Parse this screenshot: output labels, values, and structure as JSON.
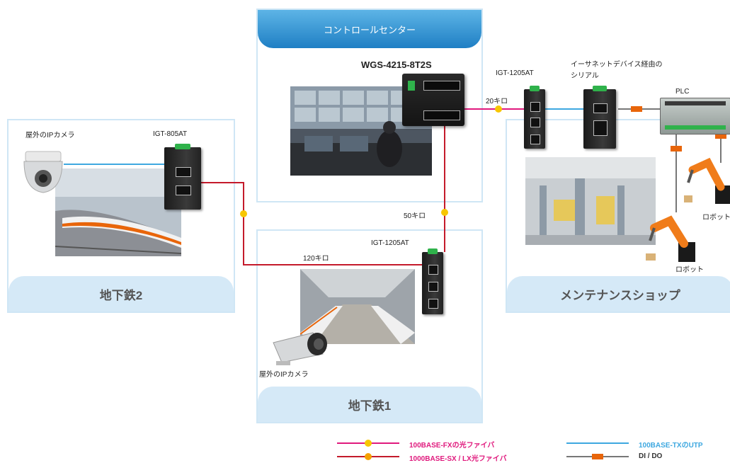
{
  "control_center": {
    "title": "コントロールセンター",
    "switch_label": "WGS-4215-8T2S"
  },
  "zones": {
    "subway2": "地下鉄2",
    "subway1": "地下鉄1",
    "maintenance": "メンテナンスショップ"
  },
  "labels": {
    "outdoor_camera_left": "屋外のIPカメラ",
    "outdoor_camera_bottom": "屋外のIPカメラ",
    "igt805": "IGT-805AT",
    "igt1205_top": "IGT-1205AT",
    "igt1205_bottom": "IGT-1205AT",
    "serial": "イーサネットデバイス経由の\nシリアル",
    "plc": "PLC",
    "robot1": "ロボット",
    "robot2": "ロボット",
    "dist_20": "20キロ",
    "dist_50": "50キロ",
    "dist_120": "120キロ"
  },
  "legend": {
    "fx": "100BASE-FXの光ファイバ",
    "sx": "1000BASE-SX / LX光ファイバ",
    "utp": "100BASE-TXのUTP",
    "dido": "DI / DO"
  },
  "colors": {
    "fiber_fx": "#e0197d",
    "fiber_sx": "#c41a2b",
    "utp": "#3ea8e0",
    "dido": "#777777",
    "zone_border": "#cfe6f5",
    "zone_footer": "#d5e9f7",
    "header_blue": "#1f7fc4",
    "connector_orange": "#f5a100",
    "connector_yellow": "#f7c600"
  }
}
